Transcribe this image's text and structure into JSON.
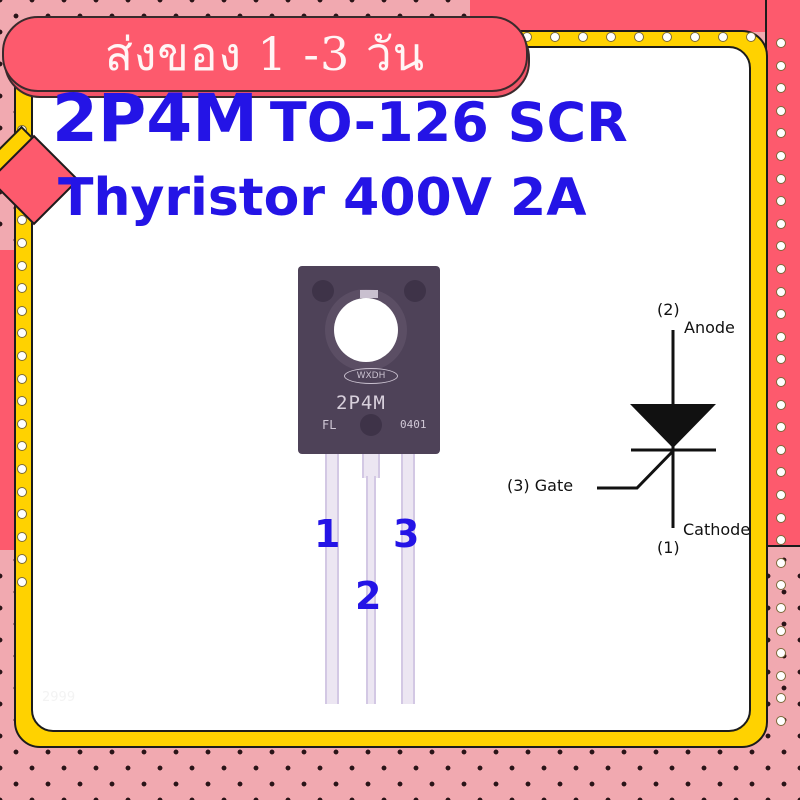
{
  "banner": {
    "text": "ส่งของ 1 -3 วัน"
  },
  "title": {
    "line1_part": "2P4M",
    "line1_rest": "TO-126 SCR",
    "line2": "Thyristor 400V 2A"
  },
  "component": {
    "logo": "WXDH",
    "marking": "2P4M",
    "code_left": "FL",
    "code_right": "0401"
  },
  "pins": {
    "pin1": "1",
    "pin2": "2",
    "pin3": "3"
  },
  "symbol": {
    "anode_num": "(2)",
    "anode_label": "Anode",
    "gate_label": "(3) Gate",
    "cathode_label": "Cathode",
    "cathode_num": "(1)"
  },
  "watermark": "2999",
  "colors": {
    "accent_blue": "#2414e6",
    "banner_pink": "#fd5a6d",
    "frame_yellow": "#ffd200",
    "background_pink": "#f1a9b0"
  }
}
